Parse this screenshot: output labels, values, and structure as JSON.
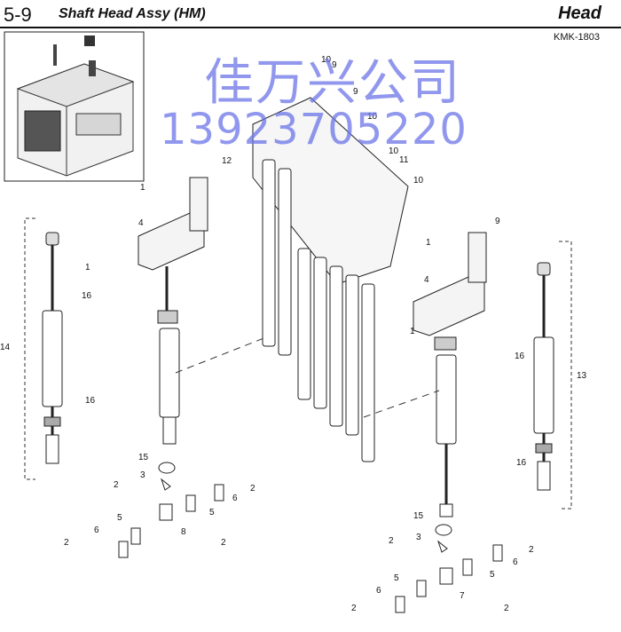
{
  "header": {
    "section": "5-9",
    "title": "Shaft Head Assy (HM)",
    "category": "Head",
    "code": "KMK-1803"
  },
  "watermark": {
    "line1": "佳万兴公司",
    "line2": "13923705220"
  },
  "callouts": [
    "1",
    "1",
    "1",
    "1",
    "2",
    "2",
    "2",
    "2",
    "2",
    "2",
    "2",
    "2",
    "3",
    "3",
    "4",
    "4",
    "5",
    "5",
    "5",
    "5",
    "6",
    "6",
    "6",
    "6",
    "7",
    "8",
    "9",
    "9",
    "9",
    "10",
    "10",
    "10",
    "10",
    "11",
    "12",
    "13",
    "14",
    "15",
    "15",
    "16",
    "16",
    "16",
    "16"
  ]
}
